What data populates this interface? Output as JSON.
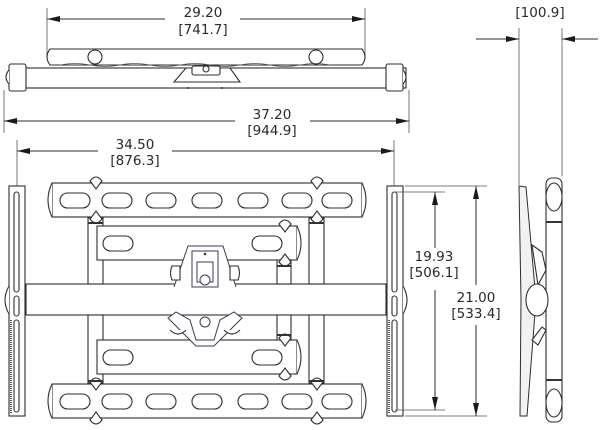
{
  "drawing": {
    "title": "Wall mount dimension drawing",
    "views": [
      "top-view",
      "front-view",
      "side-view"
    ],
    "units_primary": "in",
    "units_secondary": "mm",
    "dimensions": {
      "top_arm_width": {
        "inches": "29.20",
        "mm": "[741.7]"
      },
      "overall_width": {
        "inches": "37.20",
        "mm": "[944.9]"
      },
      "rail_spacing": {
        "inches": "34.50",
        "mm": "[876.3]"
      },
      "side_depth": {
        "mm": "[100.9]"
      },
      "slot_height": {
        "inches": "19.93",
        "mm": "[506.1]"
      },
      "rail_height": {
        "inches": "21.00",
        "mm": "[533.4]"
      }
    },
    "colors": {
      "line": "#2e2e2e",
      "text": "#2a2a2a",
      "bracket_accent": "#3a3a5a",
      "background": "#ffffff"
    }
  }
}
